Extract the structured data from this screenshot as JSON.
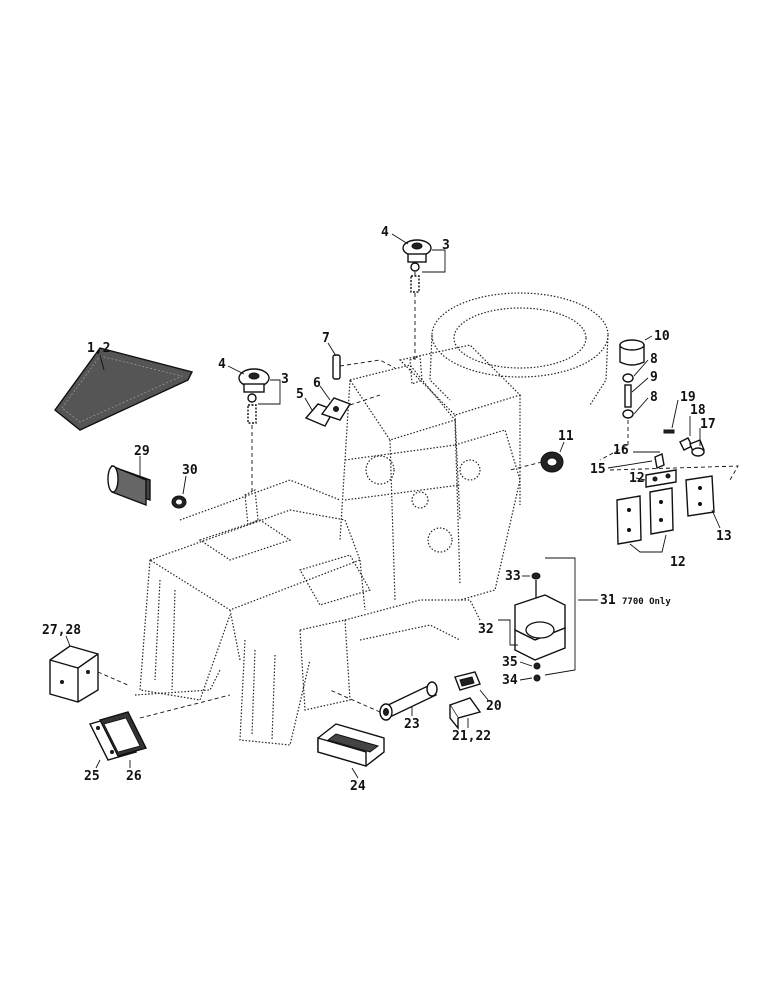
{
  "labels": {
    "l_1_2": "1,2",
    "l_3a": "3",
    "l_3b": "3",
    "l_4a": "4",
    "l_4b": "4",
    "l_5": "5",
    "l_6": "6",
    "l_7": "7",
    "l_8a": "8",
    "l_8b": "8",
    "l_9": "9",
    "l_10": "10",
    "l_11": "11",
    "l_12a": "12",
    "l_12b": "12",
    "l_13": "13",
    "l_15": "15",
    "l_16": "16",
    "l_17": "17",
    "l_18": "18",
    "l_19": "19",
    "l_20": "20",
    "l_21_22": "21,22",
    "l_23": "23",
    "l_24": "24",
    "l_25": "25",
    "l_26": "26",
    "l_27_28": "27,28",
    "l_29": "29",
    "l_30": "30",
    "l_31": "31",
    "l_31_note": "7700 Only",
    "l_32": "32",
    "l_33": "33",
    "l_34": "34",
    "l_35": "35"
  }
}
